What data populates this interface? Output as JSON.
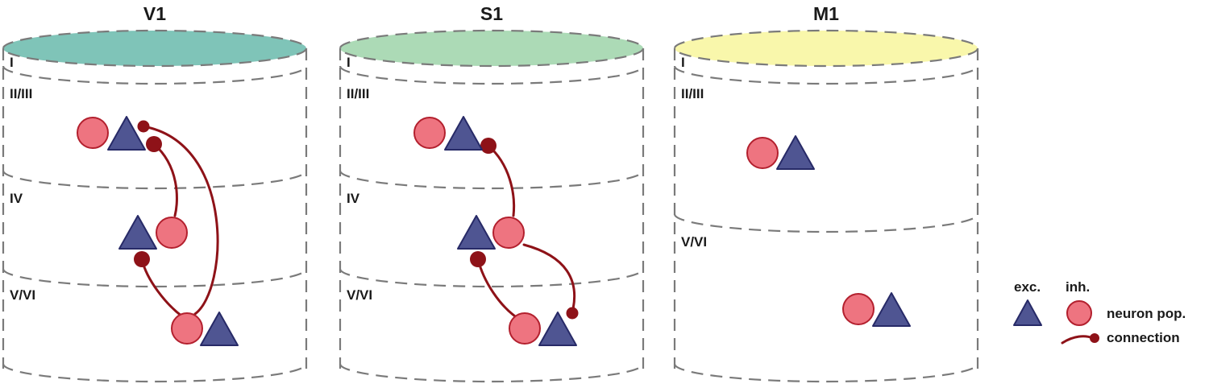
{
  "columns": [
    {
      "id": "v1",
      "title": "V1",
      "top_color": "#7fc4b8",
      "layers": [
        "I",
        "II/III",
        "IV",
        "V/VI"
      ]
    },
    {
      "id": "s1",
      "title": "S1",
      "top_color": "#acdab6",
      "layers": [
        "I",
        "II/III",
        "IV",
        "V/VI"
      ]
    },
    {
      "id": "m1",
      "title": "M1",
      "top_color": "#f9f7ab",
      "layers": [
        "I",
        "II/III",
        "V/VI"
      ]
    }
  ],
  "legend": {
    "exc_label": "exc.",
    "inh_label": "inh.",
    "population_label": "neuron pop.",
    "connection_label": "connection"
  },
  "colors": {
    "excitatory": "#4f5592",
    "inhibitory": "#ee7480",
    "connection": "#8e1218",
    "outline": "#7a7a7a"
  }
}
